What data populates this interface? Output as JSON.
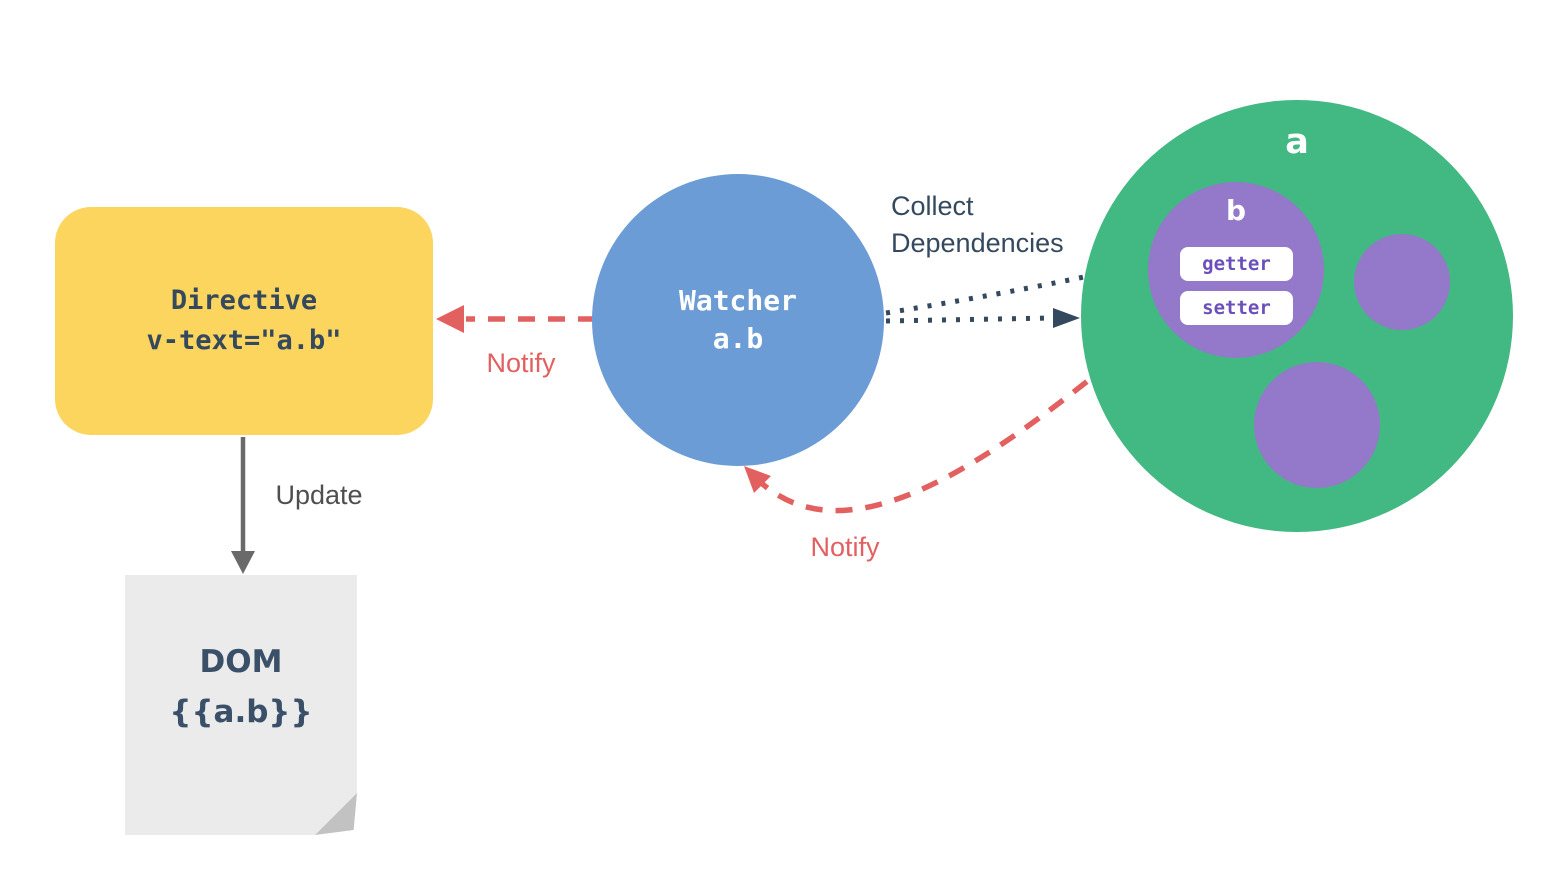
{
  "directive": {
    "name": "Directive",
    "expression": "v-text=\"a.b\""
  },
  "watcher": {
    "name": "Watcher",
    "expression": "a.b"
  },
  "data_object": {
    "label": "a",
    "property": {
      "label": "b",
      "getter_label": "getter",
      "setter_label": "setter"
    }
  },
  "dom": {
    "title": "DOM",
    "binding": "{{a.b}}"
  },
  "edges": {
    "collect_line1": "Collect",
    "collect_line2": "Dependencies",
    "notify_to_directive": "Notify",
    "notify_to_watcher": "Notify",
    "update": "Update"
  },
  "colors": {
    "directive-fill": "#FBD55E",
    "watcher-fill": "#6C9CD5",
    "data-fill": "#42B883",
    "property-fill": "#9478C9",
    "accessor-text": "#6B4FBB",
    "notify-red": "#E36060",
    "navy": "#35495E",
    "update-gray": "#6A6A6A",
    "dom-fill": "#EBEBEB",
    "dom-fold": "#C2C2C2"
  }
}
